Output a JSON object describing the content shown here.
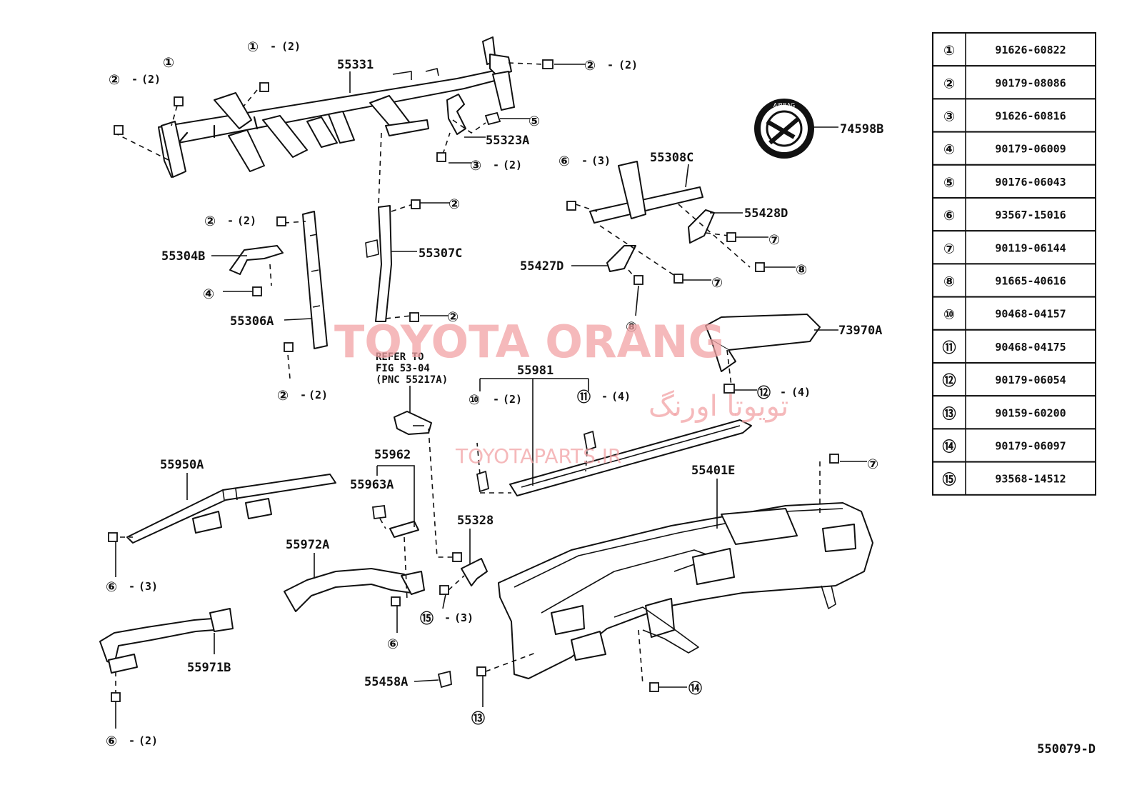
{
  "diagram_code": "550079-D",
  "watermark": {
    "brand": "TOYOTA ORANG",
    "arabic": "تویوتا اورنگ",
    "site": "TOYOTAPARTS.IR"
  },
  "note": {
    "line1": "REFER TO",
    "line2": "FIG 53-04",
    "line3": "(PNC 55217A)"
  },
  "emblem_text": "AIRBAG",
  "part_labels": {
    "p55331": "55331",
    "p55323A": "55323A",
    "p55304B": "55304B",
    "p55306A": "55306A",
    "p55307C": "55307C",
    "p55308C": "55308C",
    "p55428D": "55428D",
    "p55427D": "55427D",
    "p74598B": "74598B",
    "p73970A": "73970A",
    "p55981": "55981",
    "p55950A": "55950A",
    "p55962": "55962",
    "p55963A": "55963A",
    "p55328": "55328",
    "p55972A": "55972A",
    "p55971B": "55971B",
    "p55401E": "55401E",
    "p55458A": "55458A"
  },
  "callouts": [
    {
      "num": "①",
      "qty": "(2)"
    },
    {
      "num": "①",
      "qty": ""
    },
    {
      "num": "②",
      "qty": "(2)"
    },
    {
      "num": "②",
      "qty": "(2)"
    },
    {
      "num": "⑤",
      "qty": ""
    },
    {
      "num": "③",
      "qty": "(2)"
    },
    {
      "num": "②",
      "qty": ""
    },
    {
      "num": "②",
      "qty": "(2)"
    },
    {
      "num": "④",
      "qty": ""
    },
    {
      "num": "②",
      "qty": ""
    },
    {
      "num": "②",
      "qty": "(2)"
    },
    {
      "num": "⑥",
      "qty": "(3)"
    },
    {
      "num": "⑦",
      "qty": ""
    },
    {
      "num": "⑧",
      "qty": ""
    },
    {
      "num": "⑦",
      "qty": ""
    },
    {
      "num": "⑧",
      "qty": ""
    },
    {
      "num": "⑫",
      "qty": "(4)"
    },
    {
      "num": "⑩",
      "qty": "(2)"
    },
    {
      "num": "⑪",
      "qty": "(4)"
    },
    {
      "num": "⑦",
      "qty": ""
    },
    {
      "num": "⑥",
      "qty": "(3)"
    },
    {
      "num": "⑥",
      "qty": ""
    },
    {
      "num": "⑮",
      "qty": "(3)"
    },
    {
      "num": "⑥",
      "qty": "(2)"
    },
    {
      "num": "⑬",
      "qty": ""
    },
    {
      "num": "⑭",
      "qty": ""
    }
  ],
  "legend": [
    {
      "key": "①",
      "part": "91626-60822"
    },
    {
      "key": "②",
      "part": "90179-08086"
    },
    {
      "key": "③",
      "part": "91626-60816"
    },
    {
      "key": "④",
      "part": "90179-06009"
    },
    {
      "key": "⑤",
      "part": "90176-06043"
    },
    {
      "key": "⑥",
      "part": "93567-15016"
    },
    {
      "key": "⑦",
      "part": "90119-06144"
    },
    {
      "key": "⑧",
      "part": "91665-40616"
    },
    {
      "key": "⑩",
      "part": "90468-04157"
    },
    {
      "key": "⑪",
      "part": "90468-04175"
    },
    {
      "key": "⑫",
      "part": "90179-06054"
    },
    {
      "key": "⑬",
      "part": "90159-60200"
    },
    {
      "key": "⑭",
      "part": "90179-06097"
    },
    {
      "key": "⑮",
      "part": "93568-14512"
    }
  ]
}
